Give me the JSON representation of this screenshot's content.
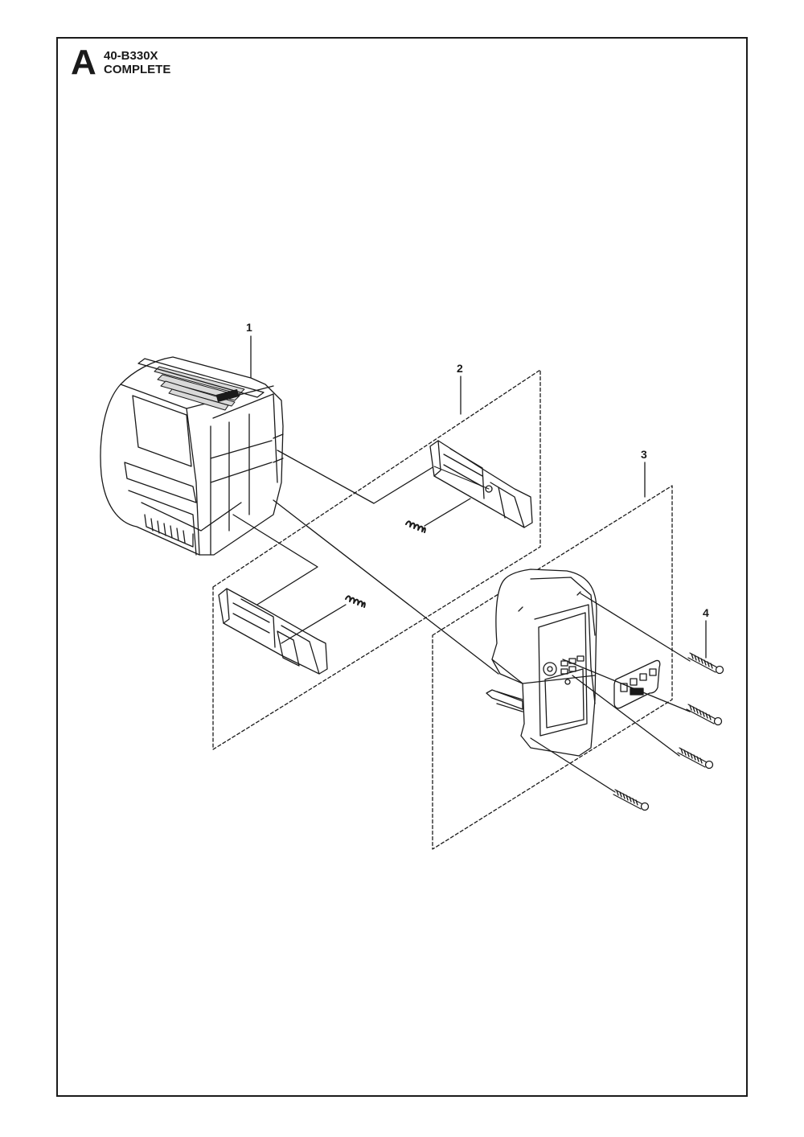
{
  "header": {
    "section_letter": "A",
    "model": "40-B330X",
    "assembly": "COMPLETE"
  },
  "callouts": [
    {
      "label": "1",
      "part": "housing-cover"
    },
    {
      "label": "2",
      "part": "latch-kit"
    },
    {
      "label": "3",
      "part": "control-cover-kit"
    },
    {
      "label": "4",
      "part": "screw"
    }
  ],
  "colors": {
    "line": "#1a1a1a",
    "fill": "#ffffff",
    "shade": "#d9d9d9"
  }
}
